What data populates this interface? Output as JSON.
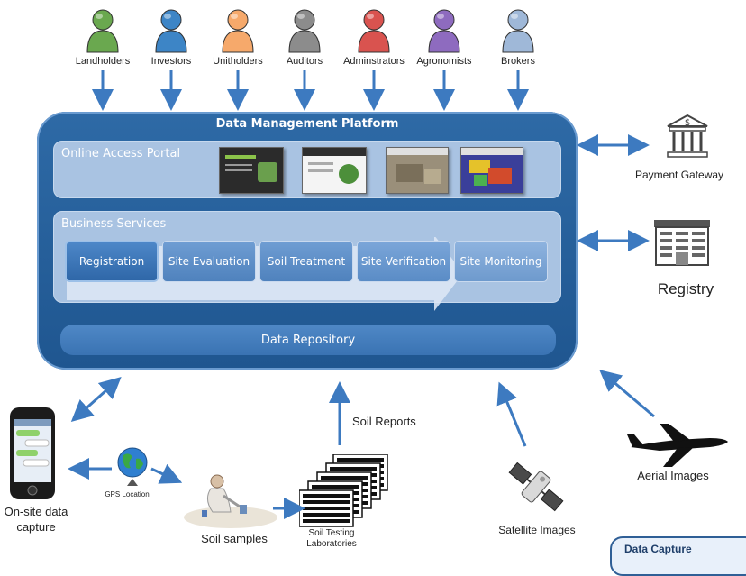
{
  "stakeholders": [
    {
      "label": "Landholders",
      "color": "#6aa84f"
    },
    {
      "label": "Investors",
      "color": "#3d85c6"
    },
    {
      "label": "Unitholders",
      "color": "#f6a96b"
    },
    {
      "label": "Auditors",
      "color": "#8c8c8c"
    },
    {
      "label": "Adminstrators",
      "color": "#d9534f"
    },
    {
      "label": "Agronomists",
      "color": "#8e6bbf"
    },
    {
      "label": "Brokers",
      "color": "#9fb8d8"
    }
  ],
  "platform": {
    "title": "Data Management Platform",
    "portal_title": "Online Access Portal",
    "services_title": "Business Services",
    "services": [
      "Registration",
      "Site\nEvaluation",
      "Soil Treatment",
      "Site\nVerification",
      "Site\nMonitoring"
    ],
    "repository": "Data Repository"
  },
  "external": {
    "payment_gateway": "Payment Gateway",
    "registry": "Registry"
  },
  "capture": {
    "onsite": "On-site data\ncapture",
    "gps": "GPS Location",
    "soil_samples": "Soil samples",
    "soil_labs": "Soil Testing\nLaboratories",
    "soil_reports": "Soil Reports",
    "satellite": "Satellite Images",
    "aerial": "Aerial Images",
    "box_title": "Data Capture"
  },
  "colors": {
    "arrow": "#3d7ac0",
    "platform": "#2660a0",
    "panel": "#a9c3e2",
    "service_active": "#3a73b8",
    "service": "#6d9ad0"
  }
}
